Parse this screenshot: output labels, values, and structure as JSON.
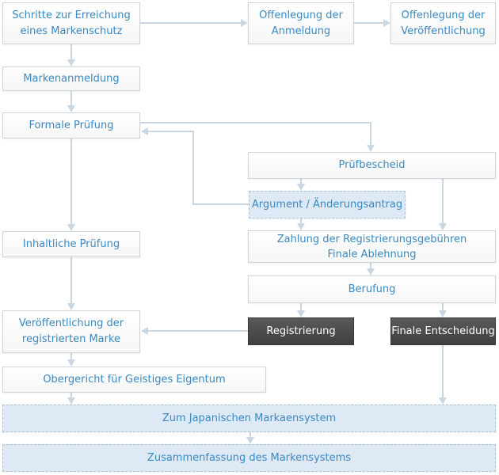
{
  "flow": {
    "schritte": "Schritte zur Erreichung\neines Markenschutz",
    "offen_anmeldung": "Offenlegung der\nAnmeldung",
    "offen_veroeff": "Offenlegung der\nVeröffentlichung",
    "markenanmeldung": "Markenanmeldung",
    "formale_pruefung": "Formale Prüfung",
    "pruefbescheid": "Prüfbescheid",
    "argument": "Argument / Änderungsantrag",
    "inhaltliche_pruefung": "Inhaltliche Prüfung",
    "zahlung": "Zahlung der Registrierungsgebühren\nFinale Ablehnung",
    "berufung": "Berufung",
    "veroeff_marke": "Veröffentlichung der\nregistrierten Marke",
    "registrierung": "Registrierung",
    "finale_entscheidung": "Finale Entscheidung",
    "obergericht": "Obergericht für Geistiges Eigentum",
    "japanisches_system": "Zum Japanischen Markaensystem",
    "zusammenfassung": "Zusammenfassung des Markensystems"
  },
  "colors": {
    "text_blue": "#3a89c0",
    "connector": "#c9d7e3",
    "highlight_fill": "#dde9f5",
    "dark_fill": "#4a4a4a"
  }
}
